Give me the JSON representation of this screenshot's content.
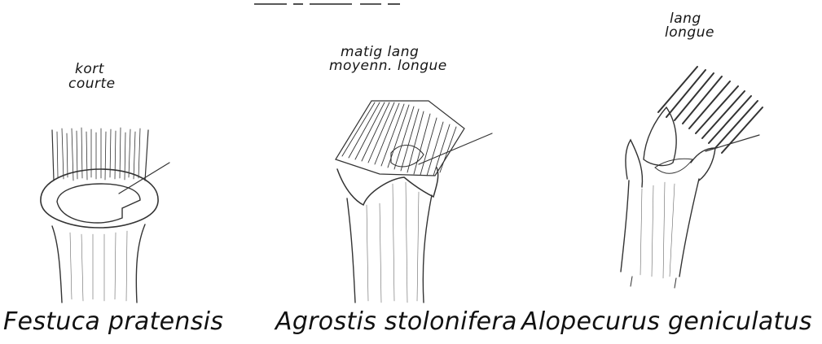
{
  "panels": [
    {
      "size_label_nl": "kort",
      "size_label_fr": "courte",
      "species": "Festuca pratensis"
    },
    {
      "size_label_nl": "matig lang",
      "size_label_fr": "moyenn. longue",
      "species": "Agrostis stolonifera"
    },
    {
      "size_label_nl": "lang",
      "size_label_fr": "longue",
      "species": "Alopecurus geniculatus"
    }
  ]
}
